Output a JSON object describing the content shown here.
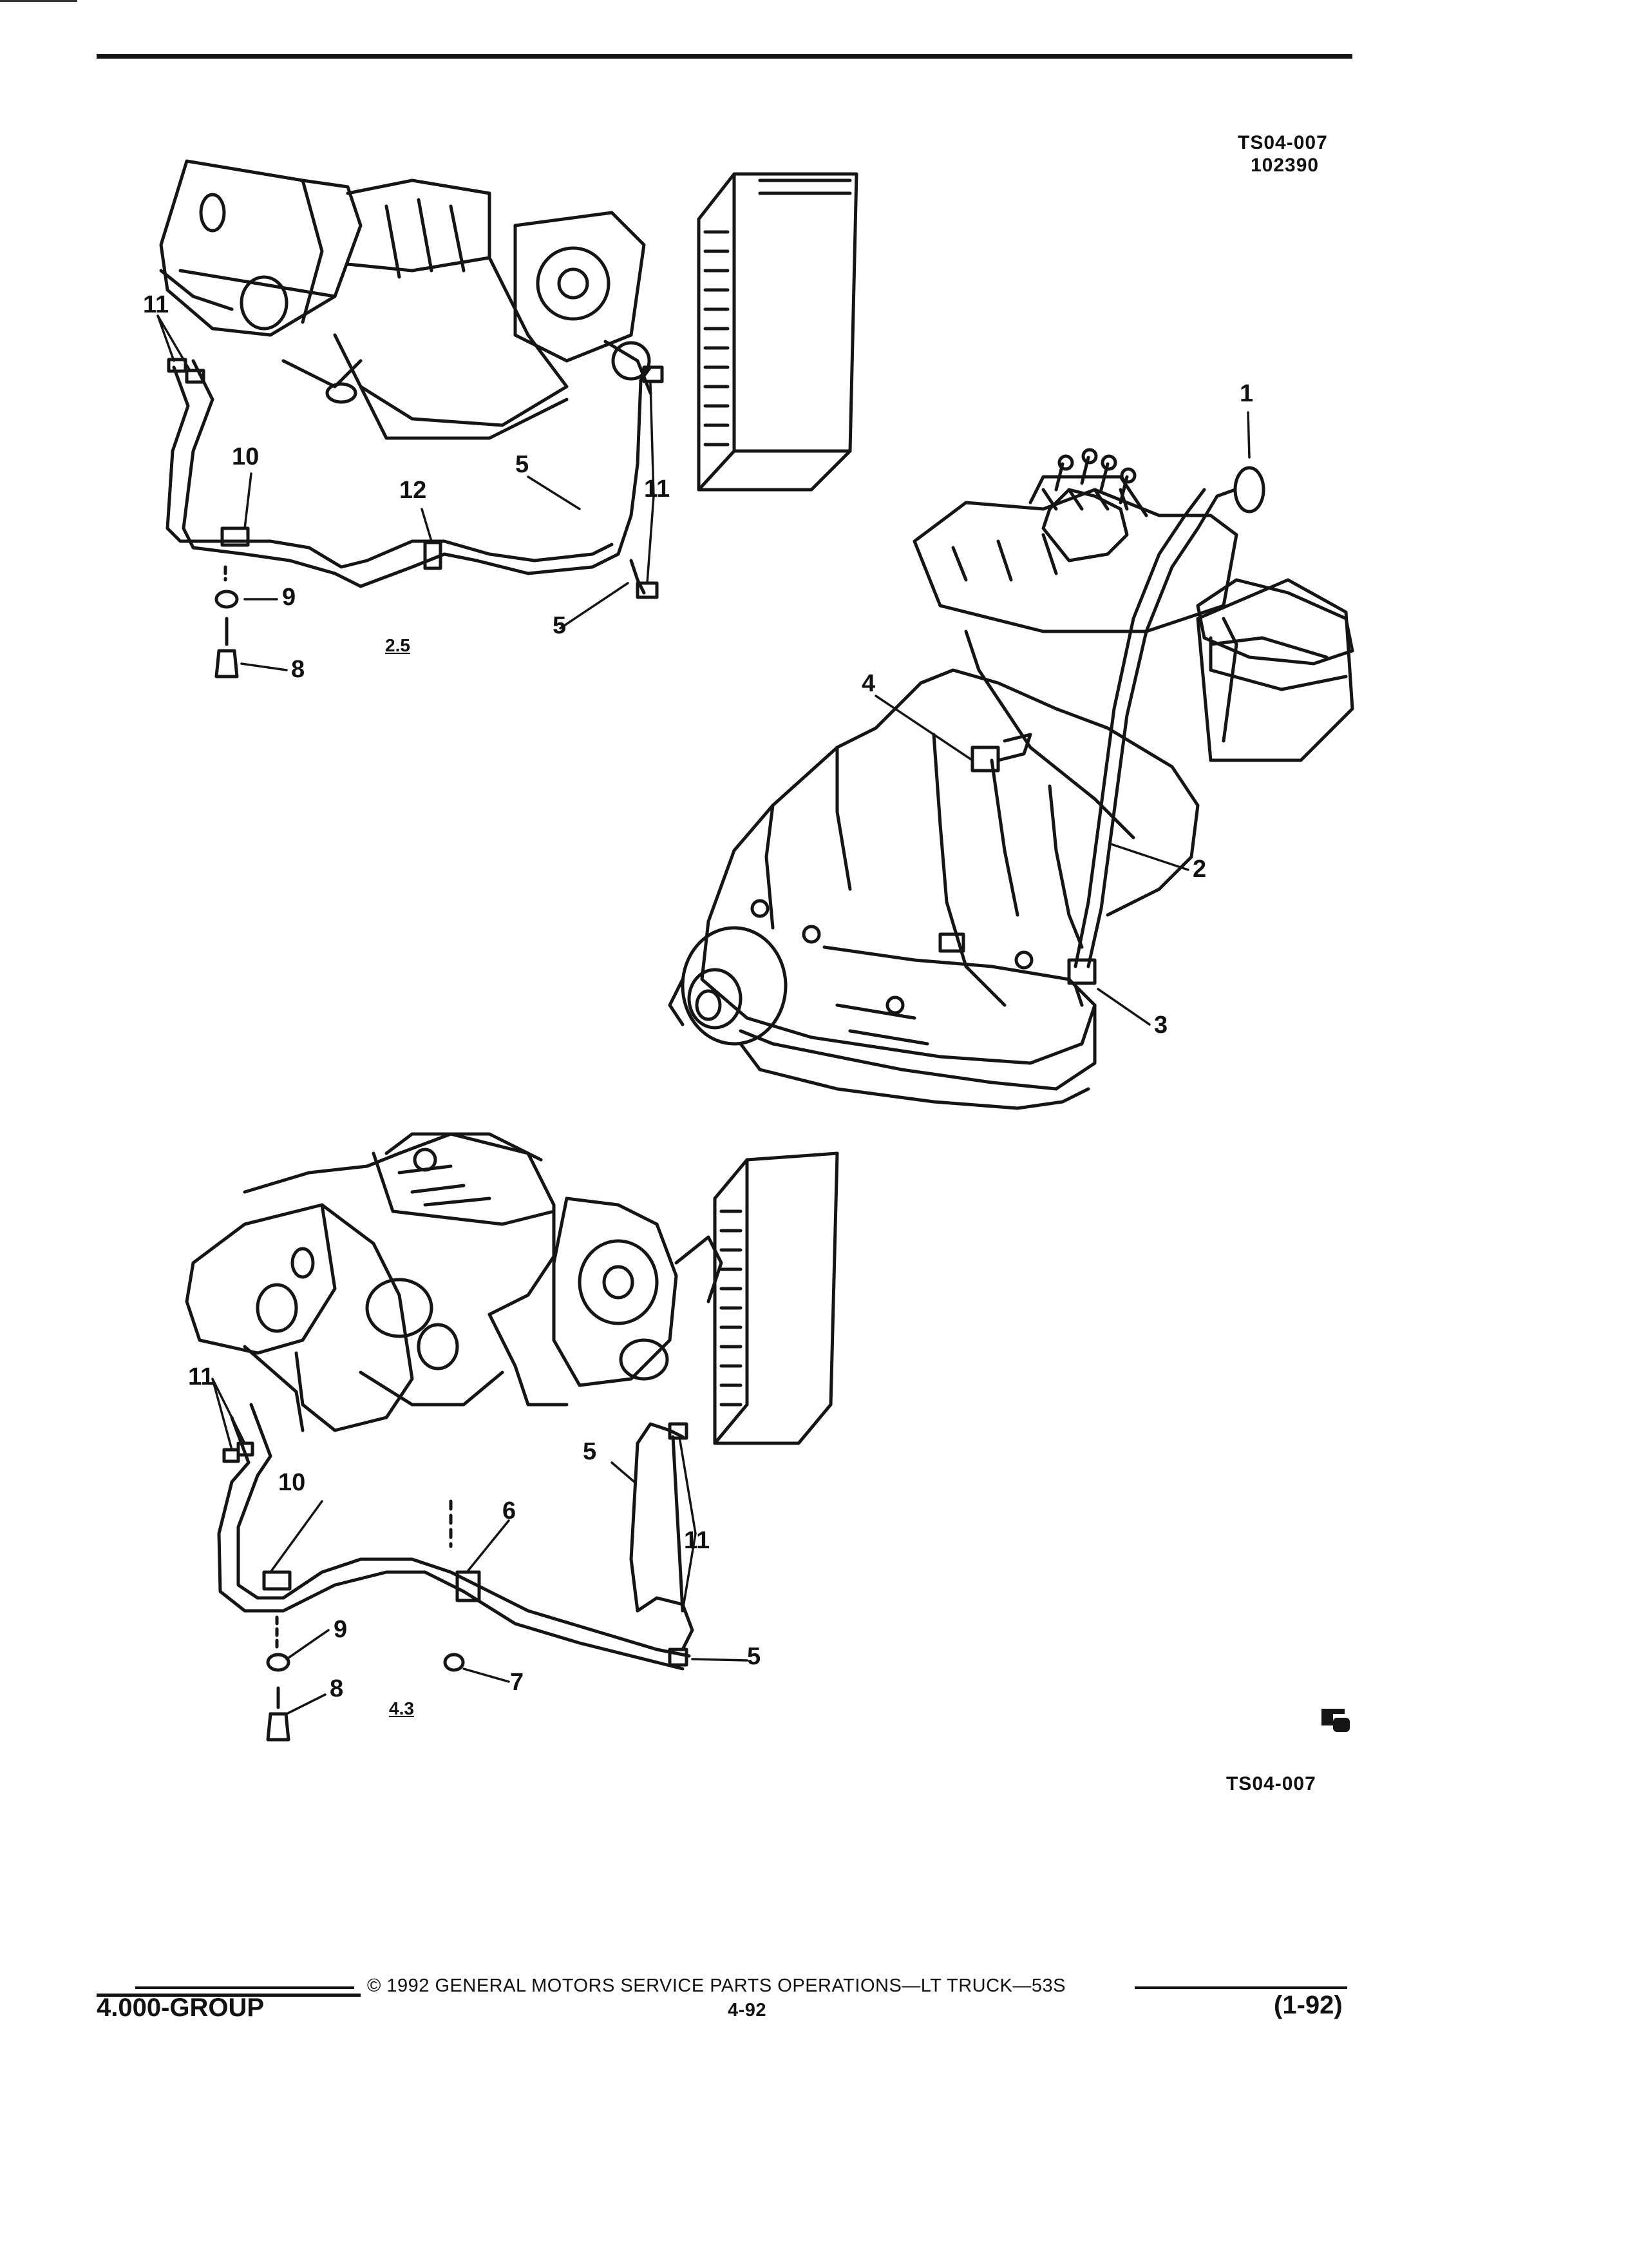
{
  "header": {
    "ref_code_top": "TS04-007",
    "ref_date": "102390"
  },
  "callouts": {
    "c1": "1",
    "c2": "2",
    "c3": "3",
    "c4": "4",
    "c5": "5",
    "c6": "6",
    "c7": "7",
    "c8": "8",
    "c9": "9",
    "c10": "10",
    "c11": "11",
    "c12": "12"
  },
  "engine_labels": {
    "upper": "2.5",
    "lower": "4.3"
  },
  "ref_code_bottom": "TS04-007",
  "logo_mark": "GM",
  "footer": {
    "copyright": "© 1992 GENERAL MOTORS SERVICE PARTS OPERATIONS—LT TRUCK—53S",
    "page": "4-92",
    "group": "4.000-GROUP",
    "date": "(1-92)"
  }
}
